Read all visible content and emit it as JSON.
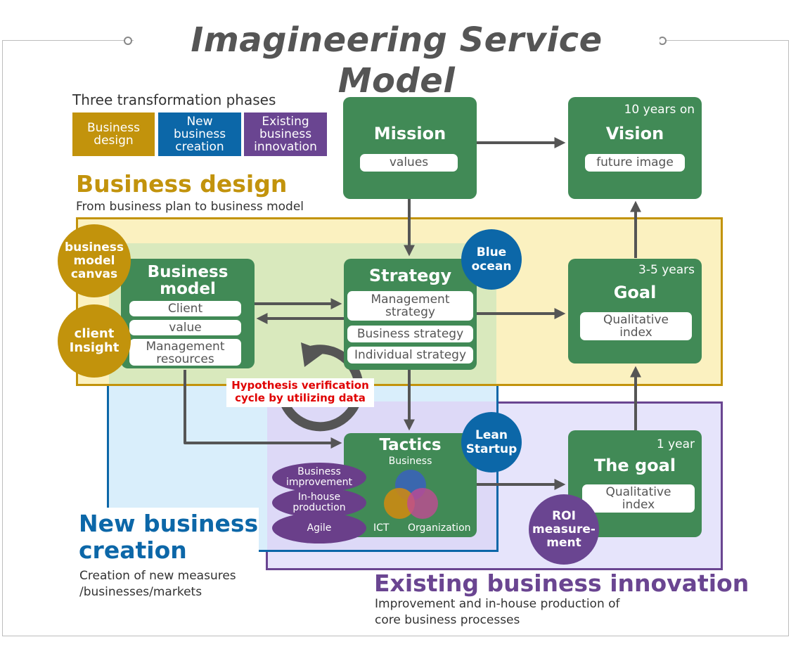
{
  "title": "Imagineering Service Model",
  "legend": {
    "heading": "Three transformation phases",
    "items": [
      "Business\ndesign",
      "New\nbusiness\ncreation",
      "Existing\nbusiness\ninnovation"
    ],
    "colors": [
      "#c2930c",
      "#0c67a8",
      "#6a4591"
    ]
  },
  "sections": {
    "business_design": {
      "title": "Business design",
      "subtitle": "From business plan to business model",
      "color": "#c2930c"
    },
    "new_business": {
      "title": "New business\ncreation",
      "subtitle": "Creation of new measures\n/businesses/markets",
      "color": "#0c67a8"
    },
    "existing_business": {
      "title": "Existing business innovation",
      "subtitle": "Improvement and in-house production of\ncore business processes",
      "color": "#6a4591"
    }
  },
  "boxes": {
    "mission": {
      "title": "Mission",
      "pill": "values"
    },
    "vision": {
      "title": "Vision",
      "tag": "10 years on",
      "pill": "future image"
    },
    "business_model": {
      "title": "Business\nmodel",
      "pills": [
        "Client",
        "value",
        "Management\nresources"
      ]
    },
    "strategy": {
      "title": "Strategy",
      "pills": [
        "Management\nstrategy",
        "Business strategy",
        "Individual strategy"
      ]
    },
    "goal_long": {
      "title": "Goal",
      "tag": "3-5 years",
      "pill": "Qualitative\nindex"
    },
    "tactics": {
      "title": "Tactics",
      "venn": {
        "top": "Business",
        "left": "ICT",
        "right": "Organization"
      }
    },
    "goal_short": {
      "title": "The goal",
      "tag": "1 year",
      "pill": "Qualitative\nindex"
    }
  },
  "circles": {
    "bm_canvas": "business\nmodel\ncanvas",
    "client_insight": "client\nInsight",
    "blue_ocean": "Blue\nocean",
    "lean_startup": "Lean\nStartup",
    "roi": "ROI\nmeasure-\nment"
  },
  "ovals": [
    "Business\nimprovement",
    "In-house\nproduction",
    "Agile"
  ],
  "cycle_label": "Hypothesis verification\ncycle by utilizing data",
  "colors": {
    "green_box": "#418a56",
    "cycle_text": "#e00000",
    "gold": "#c2930c",
    "blue": "#0c67a8",
    "purple": "#6a4591"
  }
}
